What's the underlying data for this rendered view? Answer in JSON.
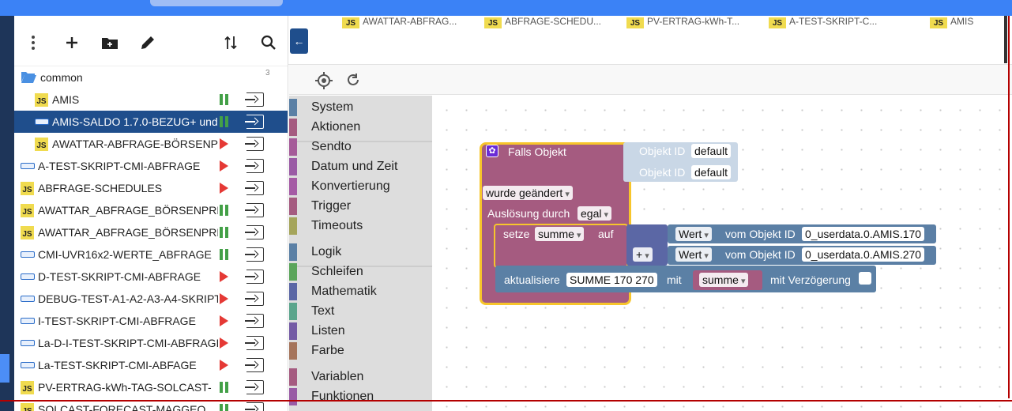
{
  "colors": {
    "accent": "#1f4e8c",
    "topbar": "#3b82f6",
    "running": "#43a047",
    "stopped": "#e53935",
    "event_block": "#a55b80",
    "var_block": "#5b7fa5",
    "math_block": "#5b67a5"
  },
  "sidebar": {
    "toolbar": {
      "menu_icon": "more-vert-icon",
      "add_icon": "plus-icon",
      "folder_icon": "new-folder-icon",
      "edit_icon": "pencil-icon",
      "sort_icon": "sort-icon",
      "search_icon": "search-icon"
    },
    "folder": {
      "label": "common",
      "count": "3"
    },
    "items": [
      {
        "label": "AMIS",
        "type": "js",
        "status": "running",
        "indent": true,
        "selected": false
      },
      {
        "label": "AMIS-SALDO 1.7.0-BEZUG+ und",
        "type": "blockly",
        "status": "running",
        "indent": true,
        "selected": true
      },
      {
        "label": "AWATTAR-ABFRAGE-BÖRSENPREIS",
        "type": "js",
        "status": "stopped",
        "indent": true,
        "selected": false
      },
      {
        "label": "A-TEST-SKRIPT-CMI-ABFRAGE",
        "type": "blockly",
        "status": "stopped",
        "indent": false,
        "selected": false
      },
      {
        "label": "ABFRAGE-SCHEDULES",
        "type": "js",
        "status": "stopped",
        "indent": false,
        "selected": false
      },
      {
        "label": "AWATTAR_ABFRAGE_BÖRSENPREIS",
        "type": "js",
        "status": "running",
        "indent": false,
        "selected": false
      },
      {
        "label": "AWATTAR_ABFRAGE_BÖRSENPREIS",
        "type": "js",
        "status": "running",
        "indent": false,
        "selected": false
      },
      {
        "label": "CMI-UVR16x2-WERTE_ABFRAGE",
        "type": "blockly",
        "status": "running",
        "indent": false,
        "selected": false
      },
      {
        "label": "D-TEST-SKRIPT-CMI-ABFRAGE",
        "type": "blockly",
        "status": "stopped",
        "indent": false,
        "selected": false
      },
      {
        "label": "DEBUG-TEST-A1-A2-A3-A4-SKRIPT",
        "type": "blockly",
        "status": "stopped",
        "indent": false,
        "selected": false
      },
      {
        "label": "I-TEST-SKRIPT-CMI-ABFRAGE",
        "type": "blockly",
        "status": "stopped",
        "indent": false,
        "selected": false
      },
      {
        "label": "La-D-I-TEST-SKRIPT-CMI-ABFRAGE",
        "type": "blockly",
        "status": "stopped",
        "indent": false,
        "selected": false
      },
      {
        "label": "La-TEST-SKRIPT-CMI-ABFAGE",
        "type": "blockly",
        "status": "stopped",
        "indent": false,
        "selected": false
      },
      {
        "label": "PV-ERTRAG-kWh-TAG-SOLCAST-",
        "type": "js",
        "status": "running",
        "indent": false,
        "selected": false
      },
      {
        "label": "SOLCAST-FORECAST-MAGGEO",
        "type": "js",
        "status": "running",
        "indent": false,
        "selected": false
      }
    ]
  },
  "tabs": [
    {
      "label": "AWATTAR-ABFRAG..."
    },
    {
      "label": "ABFRAGE-SCHEDU..."
    },
    {
      "label": "PV-ERTRAG-kWh-T..."
    },
    {
      "label": "A-TEST-SKRIPT-C..."
    },
    {
      "label": "AMIS"
    }
  ],
  "workspace_tools": {
    "center_icon": "crosshair-icon",
    "refresh_icon": "refresh-icon",
    "collapse_icon": "arrow-left-icon"
  },
  "categories": [
    {
      "label": "System",
      "color": "#5b80a5"
    },
    {
      "label": "Aktionen",
      "color": "#a55b80"
    },
    {
      "label": "Sendto",
      "color": "#a55b99"
    },
    {
      "label": "Datum und Zeit",
      "color": "#9a5ba5"
    },
    {
      "label": "Konvertierung",
      "color": "#a55ba5"
    },
    {
      "label": "Trigger",
      "color": "#a55b80"
    },
    {
      "label": "Timeouts",
      "color": "#a5a55b"
    },
    {
      "label": "Logik",
      "color": "#5b80a5"
    },
    {
      "label": "Schleifen",
      "color": "#5ba55b"
    },
    {
      "label": "Mathematik",
      "color": "#5b67a5"
    },
    {
      "label": "Text",
      "color": "#5ba58c"
    },
    {
      "label": "Listen",
      "color": "#745ba5"
    },
    {
      "label": "Farbe",
      "color": "#a5745b"
    },
    {
      "label": "Variablen",
      "color": "#a55b80"
    },
    {
      "label": "Funktionen",
      "color": "#995ba5"
    }
  ],
  "blocks": {
    "trigger": {
      "title": "Falls Objekt",
      "id_label": "Objekt ID",
      "id_value_1": "default",
      "id_value_2": "default",
      "mode": "wurde geändert",
      "ack_label": "Auslösung durch",
      "ack_value": "egal"
    },
    "set": {
      "label": "setze",
      "var": "summe",
      "on": "auf"
    },
    "math": {
      "op": "+"
    },
    "get1": {
      "prop": "Wert",
      "of": "vom Objekt ID",
      "oid": "0_userdata.0.AMIS.170"
    },
    "get2": {
      "prop": "Wert",
      "of": "vom Objekt ID",
      "oid": "0_userdata.0.AMIS.270"
    },
    "update": {
      "label": "aktualisiere",
      "target": "SUMME 170 270",
      "with": "mit",
      "var": "summe",
      "delay": "mit Verzögerung"
    }
  }
}
